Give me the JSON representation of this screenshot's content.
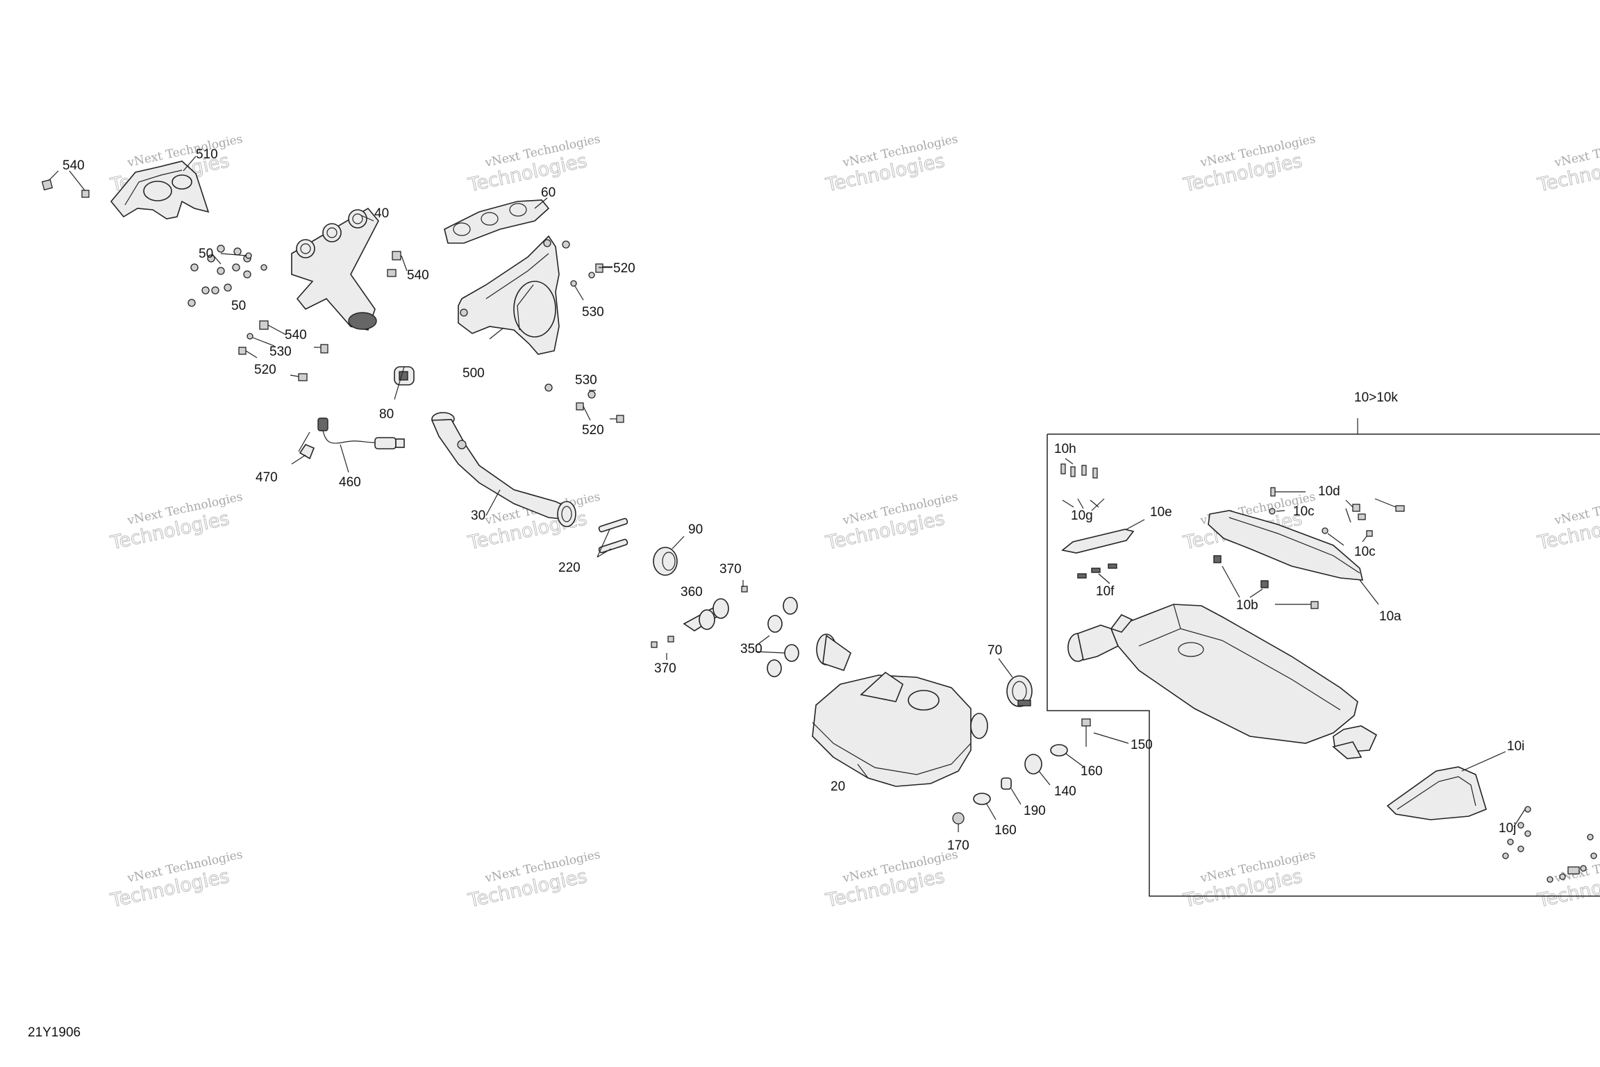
{
  "diagram_code": "21Y1906",
  "watermark": {
    "line1": "vNext Technologies",
    "line2": "Technologies"
  },
  "labels": {
    "l540a": "540",
    "l510": "510",
    "l50a": "50",
    "l50b": "50",
    "l40": "40",
    "l60": "60",
    "l540b": "540",
    "l520a": "520",
    "l530a": "530",
    "l540c": "540",
    "l530b": "530",
    "l520b": "520",
    "l500": "500",
    "l80": "80",
    "l530c": "530",
    "l520c": "520",
    "l470": "470",
    "l460": "460",
    "l30": "30",
    "l220": "220",
    "l90": "90",
    "l370a": "370",
    "l360": "360",
    "l370b": "370",
    "l350": "350",
    "l70": "70",
    "l20": "20",
    "l150": "150",
    "l160a": "160",
    "l140": "140",
    "l190": "190",
    "l160b": "160",
    "l170": "170",
    "l10k": "10>10k",
    "l10h": "10h",
    "l10g": "10g",
    "l10e": "10e",
    "l10d": "10d",
    "l10c1": "10c",
    "l10c2": "10c",
    "l10f": "10f",
    "l10b": "10b",
    "l10a": "10a",
    "l10i": "10i",
    "l10j": "10j"
  }
}
